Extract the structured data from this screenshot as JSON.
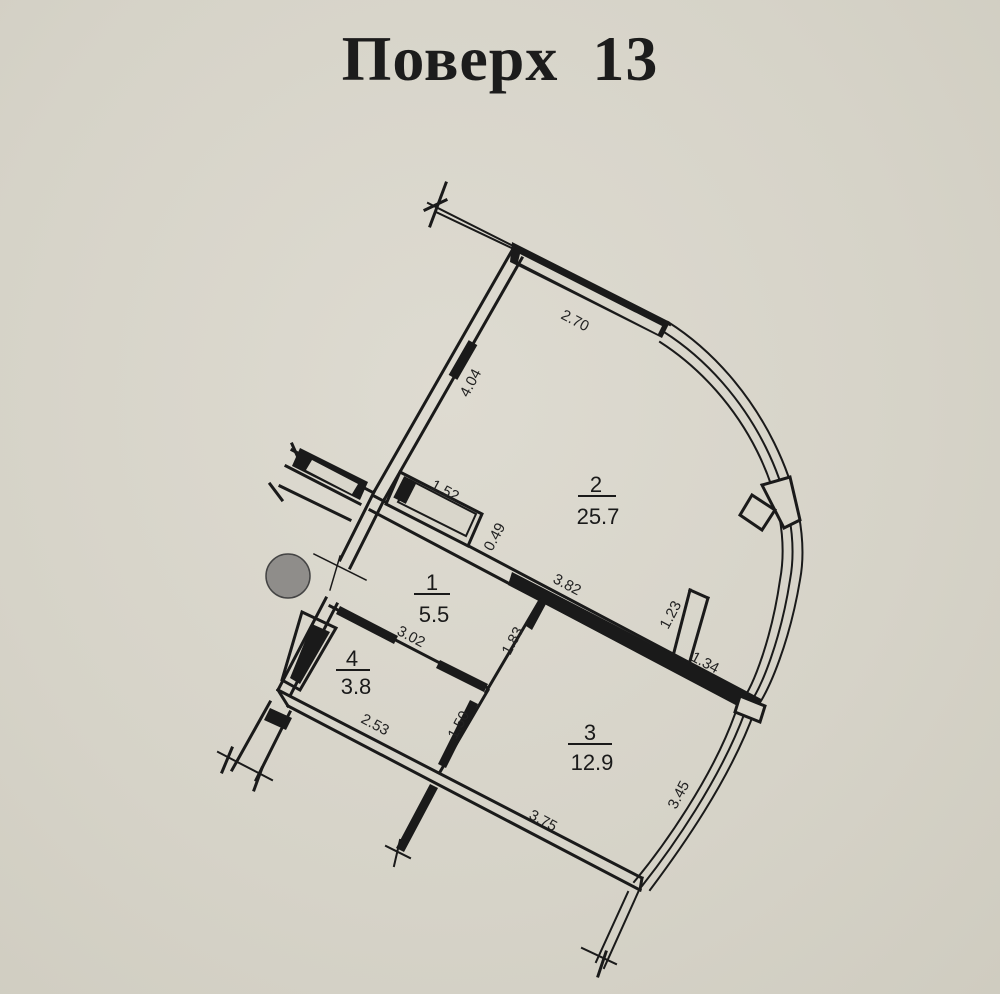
{
  "title": "Поверх  13",
  "rooms": [
    {
      "num": "1",
      "area": "5.5"
    },
    {
      "num": "2",
      "area": "25.7"
    },
    {
      "num": "3",
      "area": "12.9"
    },
    {
      "num": "4",
      "area": "3.8"
    }
  ],
  "dimensions": {
    "d270": "2.70",
    "d404": "4.04",
    "d152": "1.52",
    "d049": "0.49",
    "d382": "3.82",
    "d123": "1.23",
    "d134": "1.34",
    "d302": "3.02",
    "d183": "1.83",
    "d150": "1.50",
    "d253": "2.53",
    "d375": "3.75",
    "d345": "3.45"
  }
}
